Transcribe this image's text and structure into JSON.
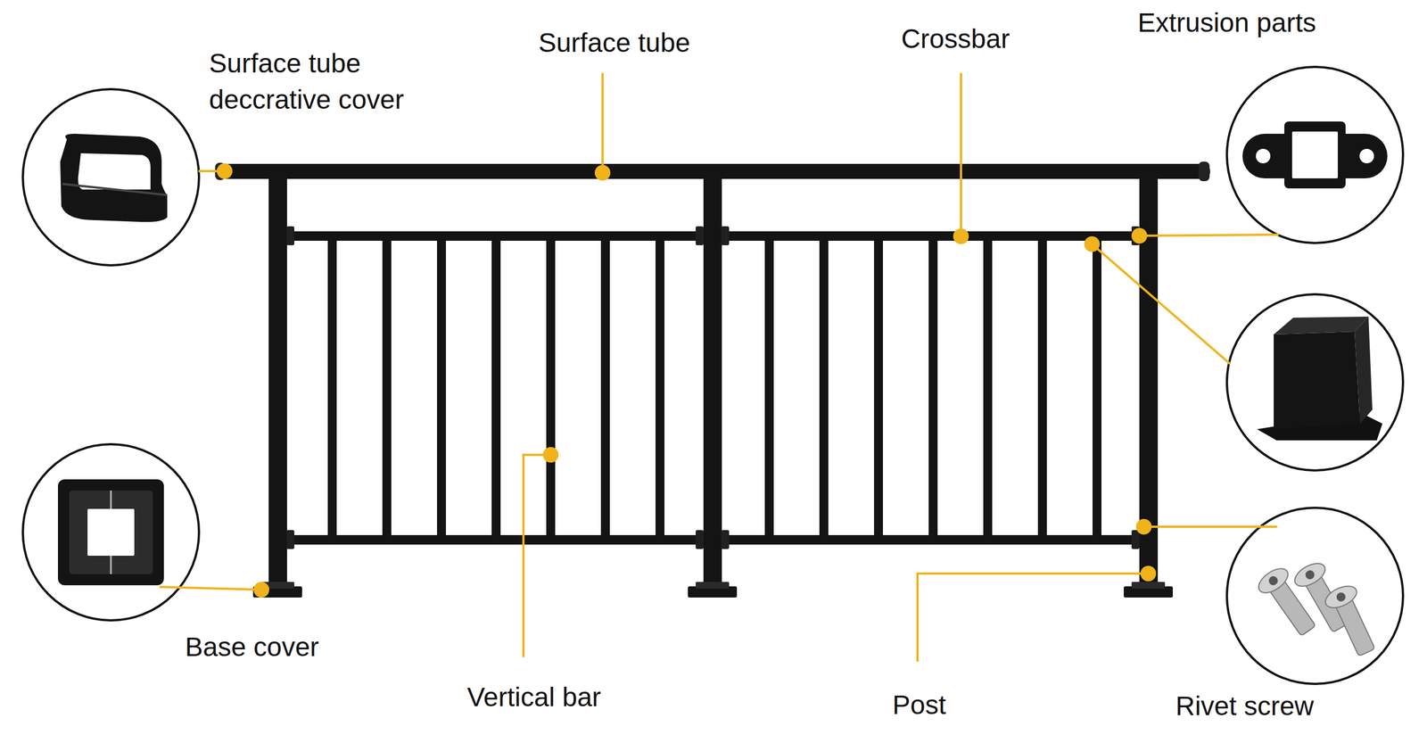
{
  "diagram": {
    "labels": [
      "Surface tube deccrative cover",
      "Surface tube",
      "Crossbar",
      "Extrusion parts",
      "Base cover",
      "Vertical bar",
      "Post",
      "Rivet screw"
    ]
  }
}
